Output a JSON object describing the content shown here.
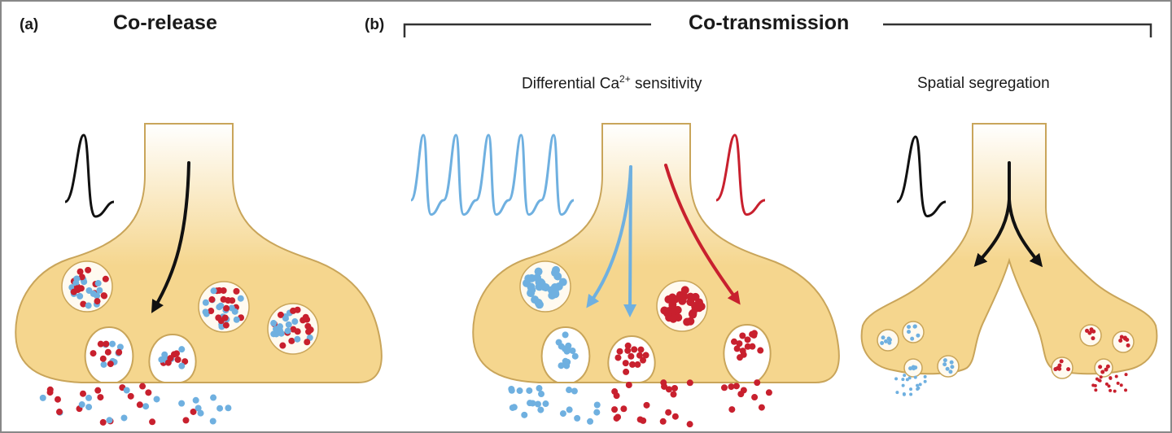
{
  "panel_a": {
    "letter": "(a)",
    "title": "Co-release"
  },
  "panel_b": {
    "letter": "(b)",
    "title": "Co-transmission",
    "left_heading_pre": "Differential Ca",
    "left_heading_sup": "2+",
    "left_heading_post": " sensitivity",
    "right_heading": "Spatial segregation"
  },
  "colors": {
    "terminal_fill": "#f5d68e",
    "terminal_stroke": "#c9a55a",
    "blue_transmitter": "#6fb0e0",
    "red_transmitter": "#c8202e",
    "spike_black": "#111111",
    "spike_blue": "#6fb0e0",
    "spike_red": "#c8202e"
  }
}
